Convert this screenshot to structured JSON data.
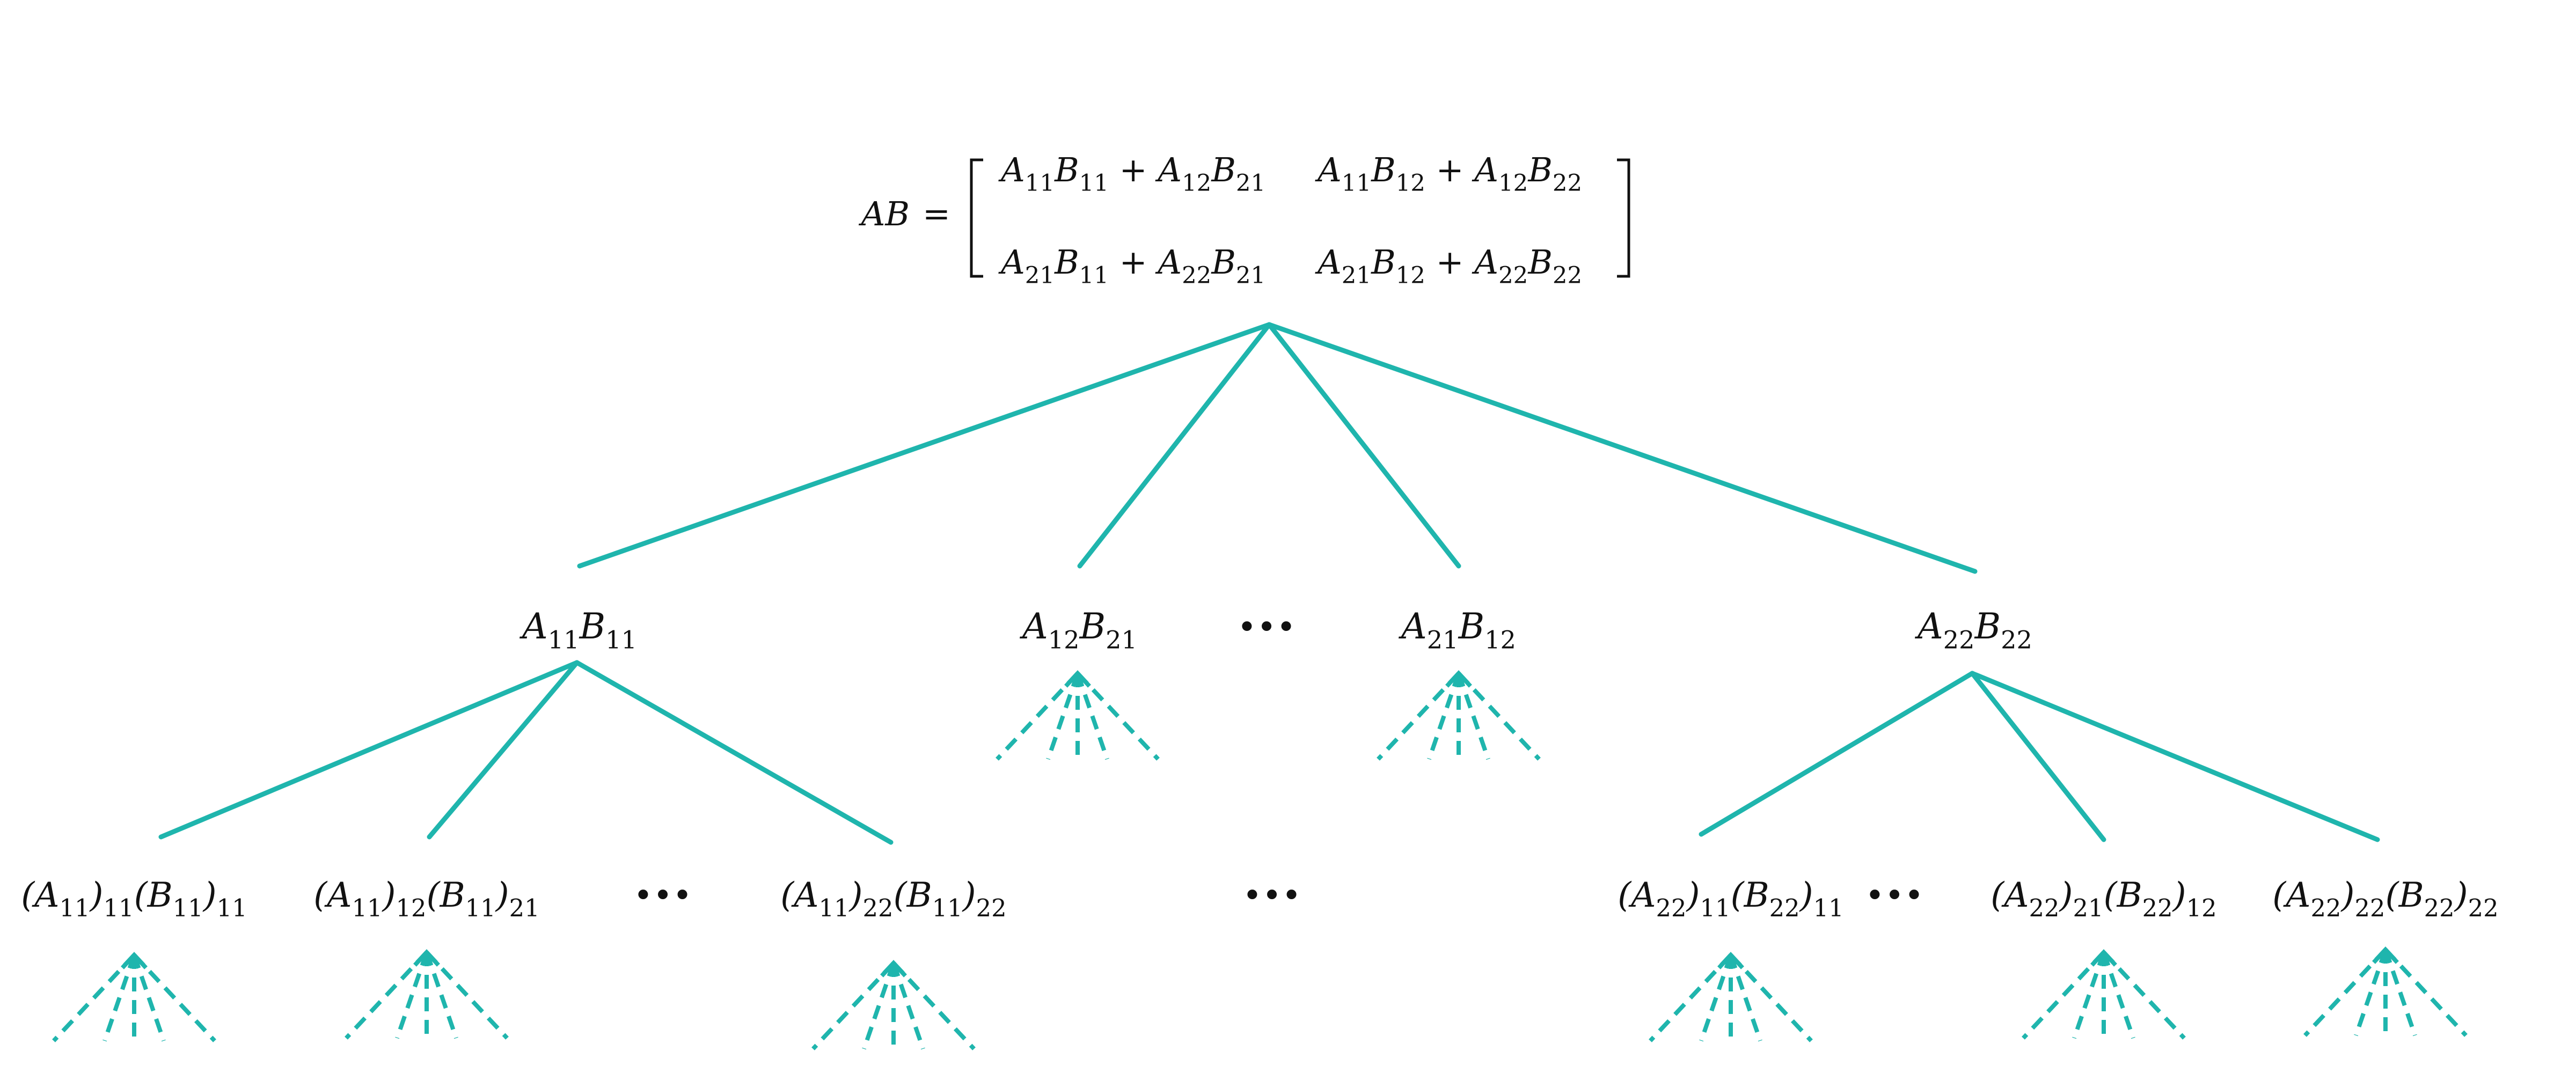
{
  "colors": {
    "edge": "#1fb5ad",
    "text": "#111111",
    "background": "#ffffff"
  },
  "equation": {
    "lhs": [
      [
        "AB",
        ""
      ]
    ],
    "equals": "=",
    "rows": [
      [
        [
          [
            "A",
            "11"
          ],
          [
            "B",
            "11"
          ],
          [
            " + ",
            ""
          ],
          [
            "A",
            "12"
          ],
          [
            "B",
            "21"
          ]
        ],
        [
          [
            "A",
            "11"
          ],
          [
            "B",
            "12"
          ],
          [
            " + ",
            ""
          ],
          [
            "A",
            "12"
          ],
          [
            "B",
            "22"
          ]
        ]
      ],
      [
        [
          [
            "A",
            "21"
          ],
          [
            "B",
            "11"
          ],
          [
            " + ",
            ""
          ],
          [
            "A",
            "22"
          ],
          [
            "B",
            "21"
          ]
        ],
        [
          [
            "A",
            "21"
          ],
          [
            "B",
            "12"
          ],
          [
            " + ",
            ""
          ],
          [
            "A",
            "22"
          ],
          [
            "B",
            "22"
          ]
        ]
      ]
    ]
  },
  "level1": [
    [
      [
        "A",
        "11"
      ],
      [
        "B",
        "11"
      ]
    ],
    [
      [
        "A",
        "12"
      ],
      [
        "B",
        "21"
      ]
    ],
    [
      [
        "A",
        "21"
      ],
      [
        "B",
        "12"
      ]
    ],
    [
      [
        "A",
        "22"
      ],
      [
        "B",
        "22"
      ]
    ]
  ],
  "level1_ellipsis": "•••",
  "level2": [
    [
      [
        "(A",
        "11"
      ],
      [
        ")",
        "11"
      ],
      [
        "(B",
        "11"
      ],
      [
        ")",
        "11"
      ]
    ],
    [
      [
        "(A",
        "11"
      ],
      [
        ")",
        "12"
      ],
      [
        "(B",
        "11"
      ],
      [
        ")",
        "21"
      ]
    ],
    [
      [
        "(A",
        "11"
      ],
      [
        ")",
        "22"
      ],
      [
        "(B",
        "11"
      ],
      [
        ")",
        "22"
      ]
    ],
    [
      [
        "(A",
        "22"
      ],
      [
        ")",
        "11"
      ],
      [
        "(B",
        "22"
      ],
      [
        ")",
        "11"
      ]
    ],
    [
      [
        "(A",
        "22"
      ],
      [
        ")",
        "21"
      ],
      [
        "(B",
        "22"
      ],
      [
        ")",
        "12"
      ]
    ],
    [
      [
        "(A",
        "22"
      ],
      [
        ")",
        "22"
      ],
      [
        "(B",
        "22"
      ],
      [
        ")",
        "22"
      ]
    ]
  ],
  "level2_ellipses": [
    "•••",
    "•••",
    "•••"
  ]
}
